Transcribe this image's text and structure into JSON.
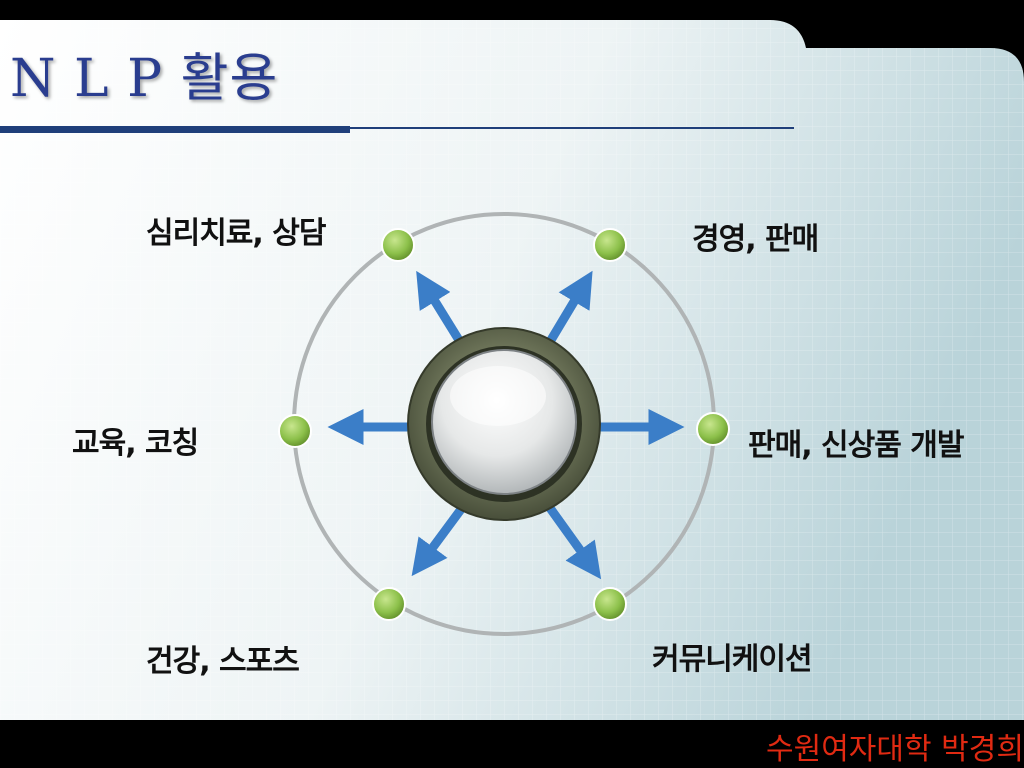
{
  "slide": {
    "title": "N L P 활용",
    "footer": "수원여자대학 박경희"
  },
  "diagram": {
    "labels": {
      "top_left": "심리치료, 상담",
      "top_right": "경영, 판매",
      "left": "교육,  코칭",
      "right": "판매, 신상품 개발",
      "bottom_left": "건강, 스포츠",
      "bottom_right": "커뮤니케이션"
    },
    "colors": {
      "title": "#2a3d8f",
      "arrow": "#3b7ec8",
      "node": "#8cc04a",
      "rule": "#1f3f7a",
      "footer": "#e02a12"
    }
  }
}
